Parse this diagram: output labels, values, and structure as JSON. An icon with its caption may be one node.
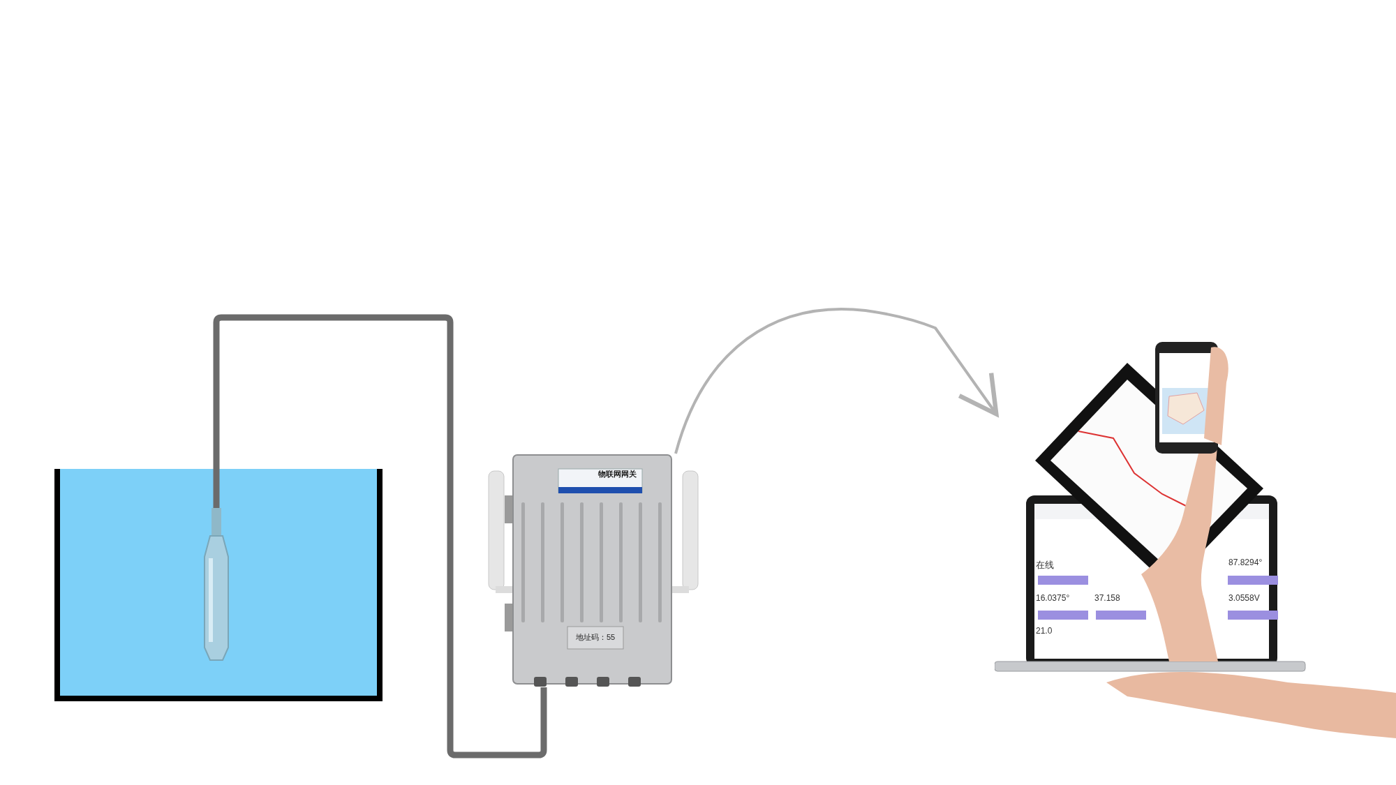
{
  "diagram": {
    "nodes": [
      {
        "text": [],
        "shape": "box"
      },
      {
        "text": [],
        "shape": "picture",
        "in": 0
      },
      {
        "text": [
          "物联网网关",
          "地址码：55"
        ]
      },
      {
        "text": [],
        "shape": "picture"
      }
    ],
    "edges": [
      {
        "from": 1,
        "to": 2,
        "arrow": "none",
        "style": "thick"
      },
      {
        "from": 2,
        "to": 3,
        "arrow": "to",
        "color": "#b3b3b3"
      }
    ],
    "labels": [
      "在线",
      "87.8294°",
      "16.0375°",
      "37.158",
      "3.0558V",
      "21.0"
    ]
  }
}
